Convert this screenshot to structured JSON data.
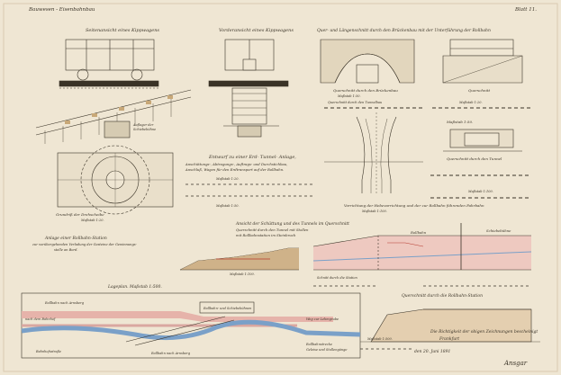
{
  "sheet": {
    "header_left": "Bauwesen - Eisenbahnbau",
    "header_right": "Blatt 11."
  },
  "views": {
    "wagon_front": "Seitenansicht eines Kippwagens",
    "wagon_side": "Vorderansicht eines Kippwagens",
    "bridge": "Quer- und Längenschnitt durch den Brückenbau mit der Unterführung der Rollbahn",
    "lower_section_left": "Querschnitt durch den Brückenbau",
    "lower_section_right": "Querschnitt durch den Tunnelbau",
    "scale_1": "Maßstab 1:20.",
    "scale_2": "Maßstab 1:50.",
    "scale_3": "Maßstab 1:100.",
    "turntable": "Grundriß der Drehscheibe",
    "turntable_scale": "Maßstab 1:20.",
    "wagon_text_title": "Entwurf zu einer Erd- Tunnel- Anlage,",
    "wagon_text_lines": [
      "Anschüttungs-, Abtragungs-, Auftrags- und Durchstichbau,",
      "Anschluß, Wagen für den Erdtransport auf der Rollbahn."
    ],
    "approach_plan": "Vorrichtung der Hebevorrichtung und der zur Rollbahn führenden Fahrbahn",
    "approach_scale": "Maßstab 1:100.",
    "loading_title": "Anlage einer Rollbahn-Station",
    "loading_lines": [
      "zur vorübergehenden Verladung der Gesteine der Gewinnungs-",
      "stelle an Bord."
    ],
    "profile_title": "Ansicht der Schüttung und des Tunnels im Querschnitt",
    "profile_sub": "Querschnitt durch den Tunnel mit Stollen",
    "profile_sub2": "mit Rollbahnstation im Steinbruch",
    "station_plan": "Lageplan. Maßstab 1:500.",
    "plan_label_top": "Rollbahn- und Schiebebühnen",
    "plan_label_river": "Rollbahn nach Arnsberg",
    "plan_label_left": "nach dem Bahnhof",
    "plan_label_left2": "Bahnhofsstraße",
    "plan_label_bottom": "Rollbahn nach Arnsberg",
    "plan_label_right": "Weg zur Lehmgrube",
    "plan_label_right2": "Rollbahnstrecke",
    "plan_label_right3": "Geleise und Stollengänge",
    "section_right": "Querschnitt durch die Rollbahn-Station",
    "section_scale": "Maßstab 1:500.",
    "signature_1": "Die Richtigkeit der obigen Zeichnungen bescheinigt",
    "signature_2": "den 20. Juni 1891",
    "signature_3": "Ansgar",
    "sig_place": "Frankfurt"
  },
  "colors": {
    "paper": "#efe6d3",
    "ink": "#3a3327",
    "red_ink": "#b63a2e",
    "blue": "#7aa0c8",
    "pink": "#d9a7a0",
    "tan": "#c8a878",
    "green": "#a8b489"
  }
}
